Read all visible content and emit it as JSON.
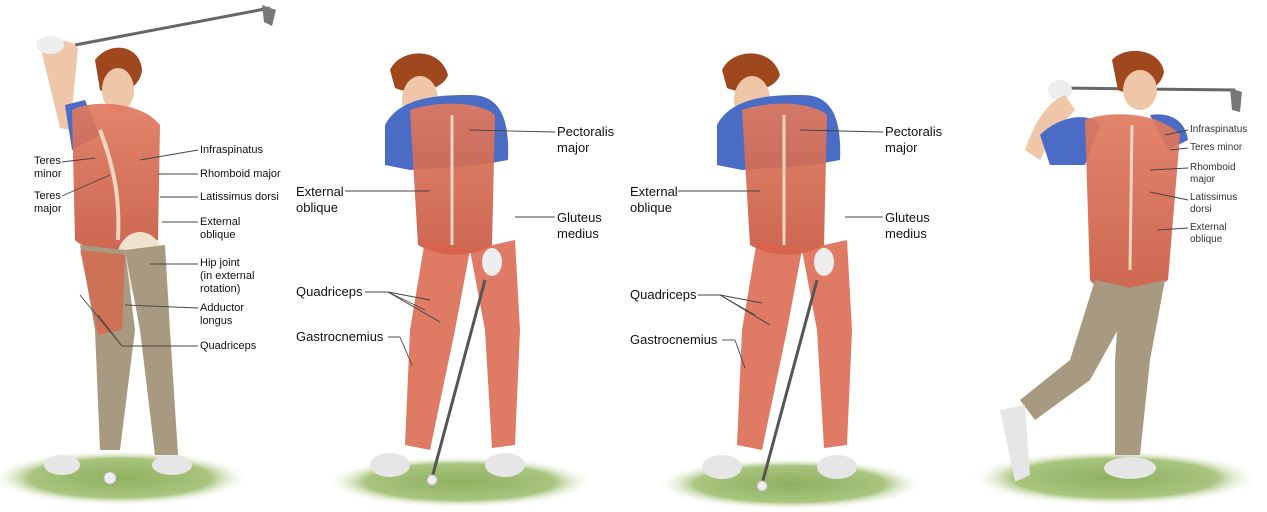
{
  "panels": [
    {
      "id": "backswing-front",
      "labels": {
        "teres_minor": "Teres\nminor",
        "teres_major": "Teres\nmajor",
        "infraspinatus": "Infraspinatus",
        "rhomboid_major": "Rhomboid major",
        "latissimus_dorsi": "Latissimus dorsi",
        "external_oblique": "External\noblique",
        "hip_joint": "Hip joint\n(in external\nrotation)",
        "adductor_longus": "Adductor\nlongus",
        "quadriceps": "Quadriceps"
      }
    },
    {
      "id": "address-1",
      "labels": {
        "pectoralis_major": "Pectoralis\nmajor",
        "external_oblique": "External\noblique",
        "gluteus_medius": "Gluteus\nmedius",
        "quadriceps": "Quadriceps",
        "gastrocnemius": "Gastrocnemius"
      }
    },
    {
      "id": "address-2",
      "labels": {
        "pectoralis_major": "Pectoralis\nmajor",
        "external_oblique": "External\noblique",
        "gluteus_medius": "Gluteus\nmedius",
        "quadriceps": "Quadriceps",
        "gastrocnemius": "Gastrocnemius"
      }
    },
    {
      "id": "follow-through-back",
      "labels": {
        "infraspinatus": "Infraspinatus",
        "teres_minor": "Teres minor",
        "rhomboid_major": "Rhomboid\nmajor",
        "latissimus_dorsi": "Latissimus\ndorsi",
        "external_oblique": "External\noblique"
      }
    }
  ],
  "colors": {
    "skin": "#f0c6a8",
    "muscle": "#d9634a",
    "shirt": "#4a6cc4",
    "hair": "#a0481d",
    "trousers": "#a89a80",
    "grass": "#8fb060",
    "shoe": "#e6e6e6",
    "club": "#555555",
    "line": "#444444"
  }
}
